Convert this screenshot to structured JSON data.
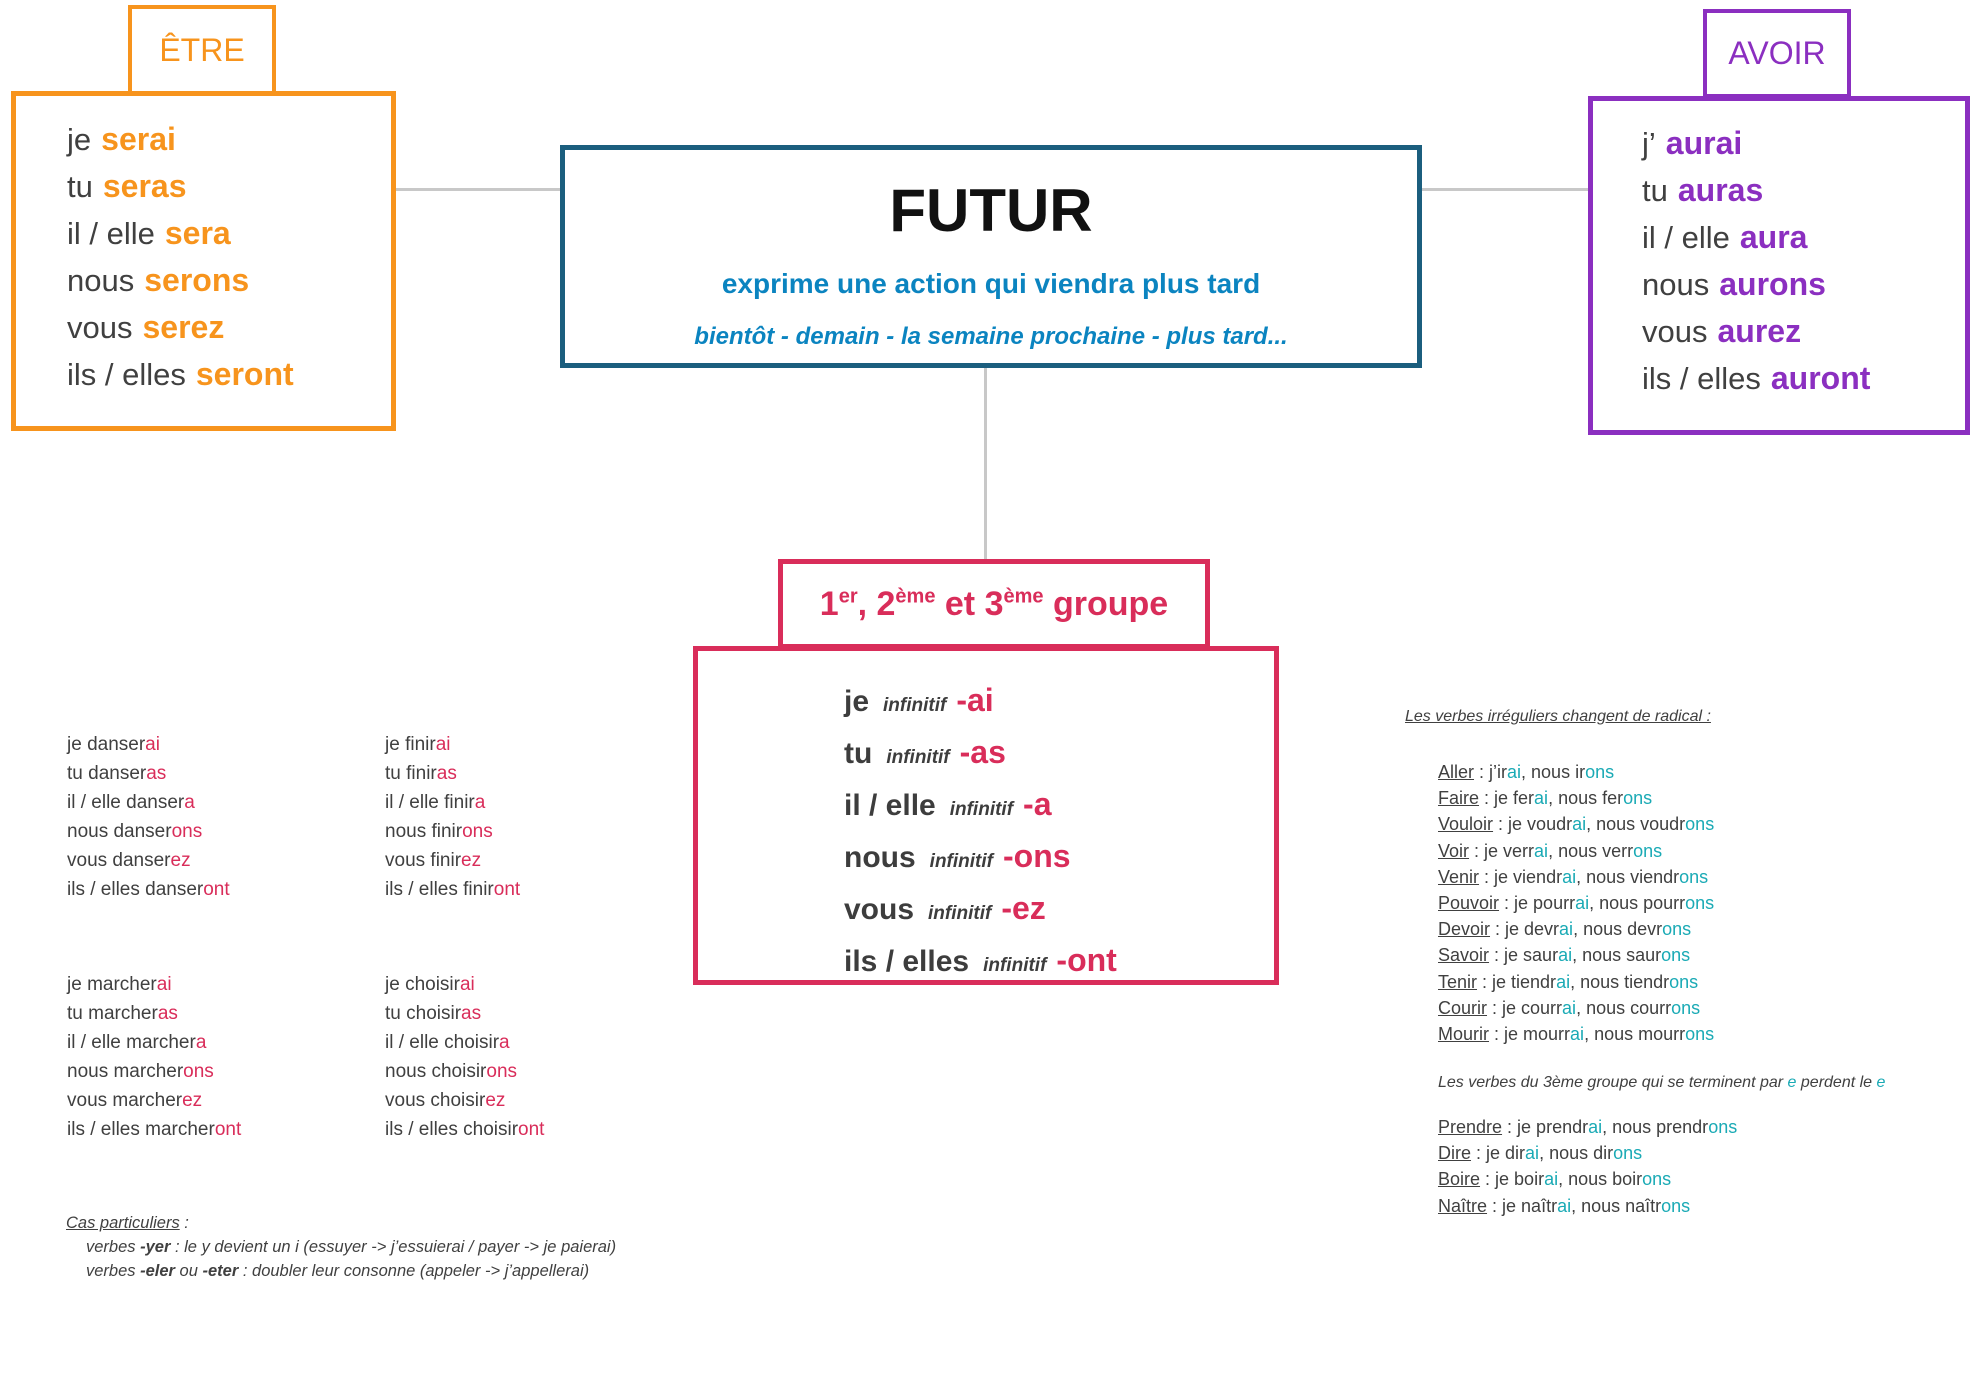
{
  "etre": {
    "title": "ÊTRE",
    "rows": [
      {
        "p": "je",
        "v": "serai"
      },
      {
        "p": "tu",
        "v": "seras"
      },
      {
        "p": "il / elle",
        "v": "sera"
      },
      {
        "p": "nous",
        "v": "serons"
      },
      {
        "p": "vous",
        "v": "serez"
      },
      {
        "p": "ils / elles",
        "v": "seront"
      }
    ]
  },
  "avoir": {
    "title": "AVOIR",
    "rows": [
      {
        "p": "j’",
        "v": "aurai"
      },
      {
        "p": "tu",
        "v": "auras"
      },
      {
        "p": "il / elle",
        "v": "aura"
      },
      {
        "p": "nous",
        "v": "aurons"
      },
      {
        "p": "vous",
        "v": "aurez"
      },
      {
        "p": "ils / elles",
        "v": "auront"
      }
    ]
  },
  "futur": {
    "title": "FUTUR",
    "subtitle": "exprime une action qui viendra plus tard",
    "examples": "bientôt - demain - la semaine prochaine - plus tard..."
  },
  "groupe": {
    "title": {
      "a": "1",
      "a_sup": "er",
      "b": ", 2",
      "b_sup": "ème",
      "c": " et 3",
      "c_sup": "ème",
      "d": " groupe"
    },
    "rows": [
      {
        "p": "je",
        "inf": "infinitif",
        "e": "-ai"
      },
      {
        "p": "tu",
        "inf": "infinitif",
        "e": "-as"
      },
      {
        "p": "il / elle",
        "inf": "infinitif",
        "e": "-a"
      },
      {
        "p": "nous",
        "inf": "infinitif",
        "e": "-ons"
      },
      {
        "p": "vous",
        "inf": "infinitif",
        "e": "-ez"
      },
      {
        "p": "ils / elles",
        "inf": "infinitif",
        "e": "-ont"
      }
    ]
  },
  "examples": [
    {
      "rows": [
        {
          "s": "je danser",
          "e": "ai"
        },
        {
          "s": "tu danser",
          "e": "as"
        },
        {
          "s": "il / elle danser",
          "e": "a"
        },
        {
          "s": "nous danser",
          "e": "ons"
        },
        {
          "s": "vous danser",
          "e": "ez"
        },
        {
          "s": "ils / elles danser",
          "e": "ont"
        }
      ]
    },
    {
      "rows": [
        {
          "s": "je finir",
          "e": "ai"
        },
        {
          "s": "tu finir",
          "e": "as"
        },
        {
          "s": "il / elle finir",
          "e": "a"
        },
        {
          "s": "nous finir",
          "e": "ons"
        },
        {
          "s": "vous finir",
          "e": "ez"
        },
        {
          "s": "ils / elles finir",
          "e": "ont"
        }
      ]
    },
    {
      "rows": [
        {
          "s": "je marcher",
          "e": "ai"
        },
        {
          "s": "tu marcher",
          "e": "as"
        },
        {
          "s": "il / elle marcher",
          "e": "a"
        },
        {
          "s": "nous marcher",
          "e": "ons"
        },
        {
          "s": "vous marcher",
          "e": "ez"
        },
        {
          "s": "ils / elles marcher",
          "e": "ont"
        }
      ]
    },
    {
      "rows": [
        {
          "s": "je choisir",
          "e": "ai"
        },
        {
          "s": "tu choisir",
          "e": "as"
        },
        {
          "s": "il / elle choisir",
          "e": "a"
        },
        {
          "s": "nous choisir",
          "e": "ons"
        },
        {
          "s": "vous choisir",
          "e": "ez"
        },
        {
          "s": "ils / elles choisir",
          "e": "ont"
        }
      ]
    }
  ],
  "cas": {
    "title": "Cas particuliers",
    "colon": " :",
    "line1": {
      "a": "verbes ",
      "b": "-yer",
      "c": " : le y devient un i (essuyer -> j’essuierai / payer -> je paierai)"
    },
    "line2": {
      "a": "verbes ",
      "b": "-eler",
      "c": " ou ",
      "d": "-eter",
      "e": " : doubler leur consonne (appeler -> j’appellerai)"
    }
  },
  "irregular": {
    "title": "Les verbes irréguliers changent de radical :",
    "items": [
      {
        "verb": "Aller",
        "a": " : j’ir",
        "e1": "ai",
        "b": ", nous ir",
        "e2": "ons"
      },
      {
        "verb": "Faire",
        "a": " : je fer",
        "e1": "ai",
        "b": ", nous fer",
        "e2": "ons"
      },
      {
        "verb": "Vouloir",
        "a": " : je voudr",
        "e1": "ai",
        "b": ", nous voudr",
        "e2": "ons"
      },
      {
        "verb": "Voir",
        "a": " : je verr",
        "e1": "ai",
        "b": ", nous verr",
        "e2": "ons"
      },
      {
        "verb": "Venir",
        "a": " : je viendr",
        "e1": "ai",
        "b": ", nous viendr",
        "e2": "ons"
      },
      {
        "verb": "Pouvoir",
        "a": " : je pourr",
        "e1": "ai",
        "b": ", nous pourr",
        "e2": "ons"
      },
      {
        "verb": "Devoir",
        "a": " : je devr",
        "e1": "ai",
        "b": ", nous devr",
        "e2": "ons"
      },
      {
        "verb": "Savoir",
        "a": " : je saur",
        "e1": "ai",
        "b": ", nous saur",
        "e2": "ons"
      },
      {
        "verb": "Tenir",
        "a": " : je tiendr",
        "e1": "ai",
        "b": ", nous tiendr",
        "e2": "ons"
      },
      {
        "verb": "Courir",
        "a": " : je courr",
        "e1": "ai",
        "b": ", nous courr",
        "e2": "ons"
      },
      {
        "verb": "Mourir",
        "a": " : je mourr",
        "e1": "ai",
        "b": ", nous mourr",
        "e2": "ons"
      }
    ],
    "note": {
      "a": "Les verbes du 3ème groupe qui se terminent  par ",
      "b": "e",
      "c": " perdent le ",
      "d": "e"
    },
    "items2": [
      {
        "verb": "Prendre",
        "a": " : je prendr",
        "e1": "ai",
        "b": ", nous prendr",
        "e2": "ons"
      },
      {
        "verb": "Dire",
        "a": " : je dir",
        "e1": "ai",
        "b": ", nous dir",
        "e2": "ons"
      },
      {
        "verb": "Boire",
        "a": " : je boir",
        "e1": "ai",
        "b": ", nous boir",
        "e2": "ons"
      },
      {
        "verb": "Naître",
        "a": " : je naîtr",
        "e1": "ai",
        "b": ", nous naîtr",
        "e2": "ons"
      }
    ]
  },
  "colors": {
    "etre": "#f7941d",
    "avoir": "#8b2fc0",
    "futur": "#1b5e7e",
    "groupe": "#d92d5a",
    "irregular": "#1aaab5"
  }
}
